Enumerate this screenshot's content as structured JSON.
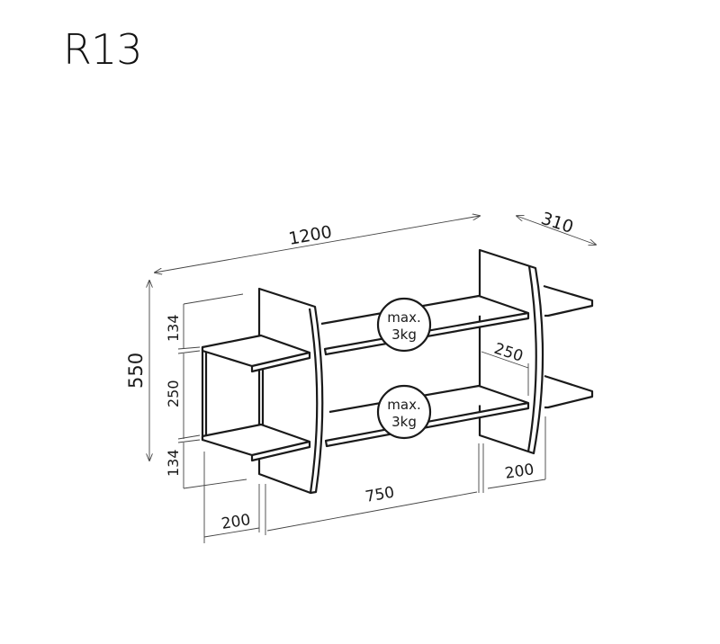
{
  "title": "R13",
  "dimensions": {
    "width": "1200",
    "depth": "310",
    "height": "550",
    "top_gap": "134",
    "middle_gap": "250",
    "bottom_gap": "134",
    "left_box_width": "200",
    "center_span": "750",
    "right_width": "200",
    "right_gap": "250"
  },
  "load_labels": [
    {
      "line1": "max.",
      "line2": "3kg"
    },
    {
      "line1": "max.",
      "line2": "3kg"
    }
  ],
  "colors": {
    "line": "#1a1a1a",
    "background": "#ffffff"
  }
}
